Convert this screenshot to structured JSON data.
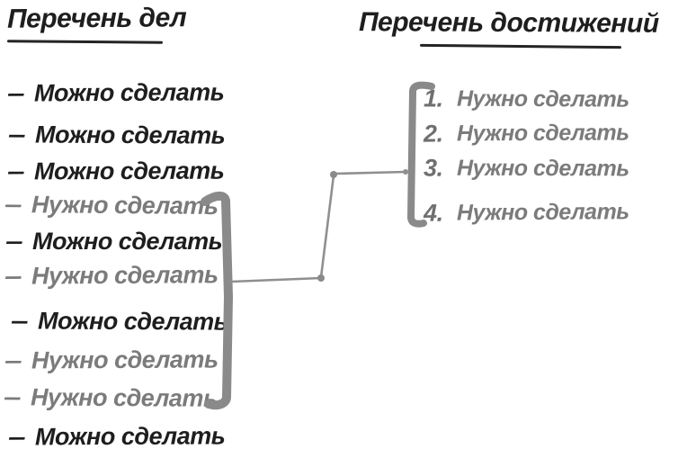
{
  "left_list": {
    "title": "Перечень дел",
    "items": [
      {
        "marker": "–",
        "label": "Можно сделать",
        "tone": "black"
      },
      {
        "marker": "–",
        "label": "Можно сделать",
        "tone": "black"
      },
      {
        "marker": "–",
        "label": "Можно сделать",
        "tone": "black"
      },
      {
        "marker": "–",
        "label": "Нужно сделать",
        "tone": "gray"
      },
      {
        "marker": "–",
        "label": "Можно сделать",
        "tone": "black"
      },
      {
        "marker": "–",
        "label": "Нужно сделать",
        "tone": "gray"
      },
      {
        "marker": "–",
        "label": "Можно сделать",
        "tone": "black"
      },
      {
        "marker": "–",
        "label": "Нужно сделать",
        "tone": "gray"
      },
      {
        "marker": "–",
        "label": "Нужно сделать",
        "tone": "gray"
      },
      {
        "marker": "–",
        "label": "Можно сделать",
        "tone": "black"
      }
    ]
  },
  "right_list": {
    "title": "Перечень достижений",
    "items": [
      {
        "marker": "1.",
        "label": "Нужно сделать",
        "tone": "gray"
      },
      {
        "marker": "2.",
        "label": "Нужно сделать",
        "tone": "gray"
      },
      {
        "marker": "3.",
        "label": "Нужно сделать",
        "tone": "gray"
      },
      {
        "marker": "4.",
        "label": "Нужно сделать",
        "tone": "gray"
      }
    ]
  },
  "colors": {
    "ink_black": "#1e1e1e",
    "ink_gray": "#7b7b7b",
    "bracket_gray": "#8a8a8a",
    "line_gray": "#8f8f8f",
    "background": "#ffffff"
  }
}
